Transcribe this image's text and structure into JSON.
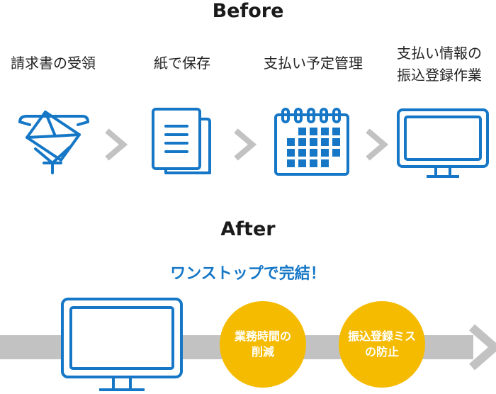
{
  "before": {
    "heading": "Before",
    "steps": [
      {
        "line1": "請求書の受領",
        "line2": "",
        "icon": "envelope-hand-icon"
      },
      {
        "line1": "紙で保存",
        "line2": "",
        "icon": "document-icon"
      },
      {
        "line1": "支払い予定管理",
        "line2": "",
        "icon": "calendar-icon"
      },
      {
        "line1": "支払い情報の",
        "line2": "振込登録作業",
        "icon": "monitor-icon"
      }
    ]
  },
  "after": {
    "heading": "After",
    "tagline": "ワンストップで完結！",
    "benefits": [
      {
        "line1": "業務時間の",
        "line2": "削減"
      },
      {
        "line1": "振込登録ミス",
        "line2": "の防止"
      }
    ]
  },
  "colors": {
    "accent": "#1577c6",
    "arrow": "#c2c2c2",
    "benefit": "#f5bb00"
  }
}
